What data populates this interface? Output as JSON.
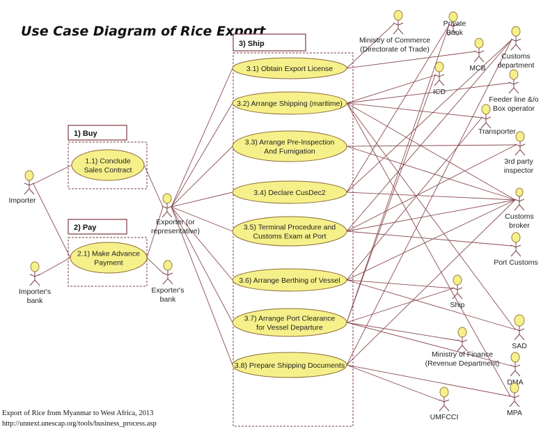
{
  "title": "Use Case Diagram of Rice Export",
  "colors": {
    "usecase_fill": "#f6f08a",
    "usecase_stroke": "#8a6a35",
    "actor_head_fill": "#f6f08a",
    "line": "#8a4a4f",
    "package_border": "#7a3a40"
  },
  "packages": [
    {
      "id": "buy",
      "label": "1) Buy"
    },
    {
      "id": "pay",
      "label": "2) Pay"
    },
    {
      "id": "ship",
      "label": "3) Ship"
    }
  ],
  "use_cases": [
    {
      "id": "uc11",
      "lines": [
        "1.1) Conclude",
        "Sales Contract"
      ]
    },
    {
      "id": "uc21",
      "lines": [
        "2.1) Make Advance",
        "Payment"
      ]
    },
    {
      "id": "uc31",
      "lines": [
        "3.1) Obtain Export License"
      ]
    },
    {
      "id": "uc32",
      "lines": [
        "3.2) Arrange Shipping (maritime)"
      ]
    },
    {
      "id": "uc33",
      "lines": [
        "3.3) Arrange Pre-Inspection",
        "And Fumigation"
      ]
    },
    {
      "id": "uc34",
      "lines": [
        "3.4) Declare CusDec2"
      ]
    },
    {
      "id": "uc35",
      "lines": [
        "3.5) Terminal Procedure and",
        "Customs Exam at Port"
      ]
    },
    {
      "id": "uc36",
      "lines": [
        "3.6) Arrange Berthing of Vessel"
      ]
    },
    {
      "id": "uc37",
      "lines": [
        "3.7) Arrange Port Clearance",
        "for Vessel Departure"
      ]
    },
    {
      "id": "uc38",
      "lines": [
        "3.8) Prepare Shipping Documents"
      ]
    }
  ],
  "actors": [
    {
      "id": "importer",
      "lines": [
        "Importer"
      ]
    },
    {
      "id": "importer_bank",
      "lines": [
        "Importer's",
        "bank"
      ]
    },
    {
      "id": "exporter",
      "lines": [
        "Exporter (or",
        "representative)"
      ]
    },
    {
      "id": "exporter_bank",
      "lines": [
        "Exporter's",
        "bank"
      ]
    },
    {
      "id": "moc",
      "lines": [
        "Ministry of Commerce",
        "(Directorate of  Trade)"
      ]
    },
    {
      "id": "private_bank",
      "lines": [
        "Private",
        "Bank"
      ]
    },
    {
      "id": "mcb",
      "lines": [
        "MCB"
      ]
    },
    {
      "id": "customs_dept",
      "lines": [
        "Customs",
        "department"
      ]
    },
    {
      "id": "icd",
      "lines": [
        "ICD"
      ]
    },
    {
      "id": "feeder",
      "lines": [
        "Feeder line &/o",
        "Box operator"
      ]
    },
    {
      "id": "transporter",
      "lines": [
        "Transporter"
      ]
    },
    {
      "id": "inspector",
      "lines": [
        "3rd party",
        "inspector"
      ]
    },
    {
      "id": "broker",
      "lines": [
        "Customs",
        "broker"
      ]
    },
    {
      "id": "port_customs",
      "lines": [
        "Port Customs"
      ]
    },
    {
      "id": "ship",
      "lines": [
        "Ship"
      ]
    },
    {
      "id": "sad",
      "lines": [
        "SAD"
      ]
    },
    {
      "id": "mof",
      "lines": [
        "Ministry of Finance",
        "(Revenue Department)"
      ]
    },
    {
      "id": "dma",
      "lines": [
        "DMA"
      ]
    },
    {
      "id": "umfcci",
      "lines": [
        "UMFCCI"
      ]
    },
    {
      "id": "mpa",
      "lines": [
        "MPA"
      ]
    }
  ],
  "associations": [
    [
      "importer",
      "uc11"
    ],
    [
      "importer",
      "uc21"
    ],
    [
      "importer_bank",
      "uc21"
    ],
    [
      "exporter",
      "uc11"
    ],
    [
      "exporter",
      "uc21"
    ],
    [
      "exporter_bank",
      "uc21"
    ],
    [
      "exporter",
      "uc31"
    ],
    [
      "exporter",
      "uc32"
    ],
    [
      "exporter",
      "uc33"
    ],
    [
      "exporter",
      "uc34"
    ],
    [
      "exporter",
      "uc35"
    ],
    [
      "exporter",
      "uc36"
    ],
    [
      "exporter",
      "uc37"
    ],
    [
      "exporter",
      "uc38"
    ],
    [
      "uc31",
      "moc"
    ],
    [
      "uc31",
      "mcb"
    ],
    [
      "uc32",
      "icd"
    ],
    [
      "uc32",
      "feeder"
    ],
    [
      "uc32",
      "transporter"
    ],
    [
      "uc32",
      "broker"
    ],
    [
      "uc32",
      "sad"
    ],
    [
      "uc32",
      "mpa"
    ],
    [
      "uc33",
      "inspector"
    ],
    [
      "uc33",
      "broker"
    ],
    [
      "uc34",
      "customs_dept"
    ],
    [
      "uc34",
      "broker"
    ],
    [
      "uc35",
      "customs_dept"
    ],
    [
      "uc35",
      "inspector"
    ],
    [
      "uc35",
      "broker"
    ],
    [
      "uc35",
      "port_customs"
    ],
    [
      "uc36",
      "transporter"
    ],
    [
      "uc36",
      "broker"
    ],
    [
      "uc36",
      "ship"
    ],
    [
      "uc36",
      "sad"
    ],
    [
      "uc37",
      "private_bank"
    ],
    [
      "uc37",
      "icd"
    ],
    [
      "uc37",
      "ship"
    ],
    [
      "uc37",
      "mof"
    ],
    [
      "uc37",
      "dma"
    ],
    [
      "uc38",
      "customs_dept"
    ],
    [
      "uc38",
      "broker"
    ],
    [
      "uc38",
      "umfcci"
    ],
    [
      "uc38",
      "mpa"
    ],
    [
      "uc34",
      "private_bank"
    ]
  ],
  "caption": {
    "line1": "Export of Rice from Myanmar to West Africa, 2013",
    "line2": "http://unnext.unescap.org/tools/business_process.asp"
  }
}
